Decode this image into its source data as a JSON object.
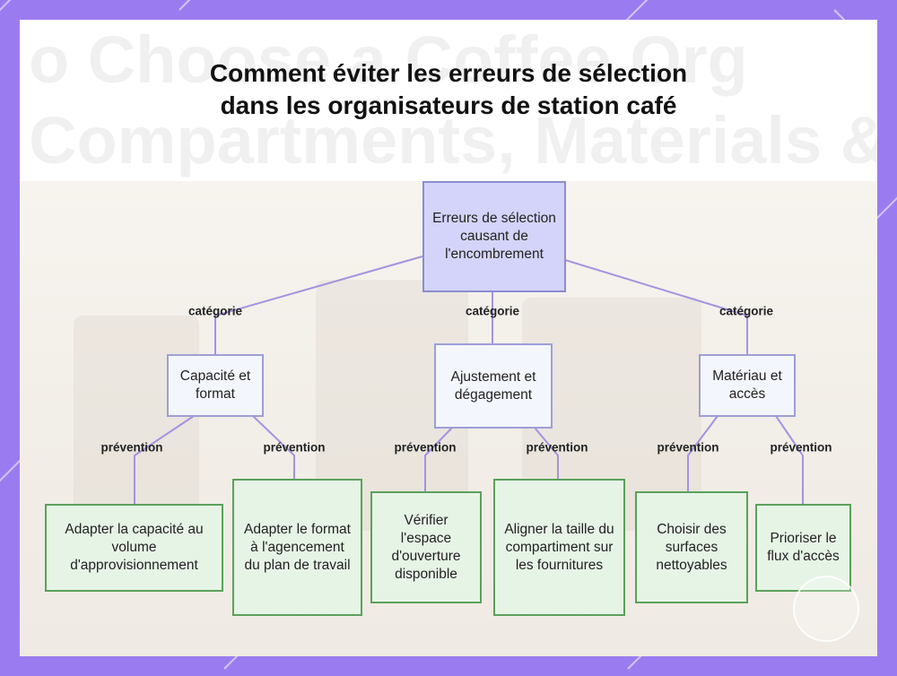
{
  "title": "Comment éviter les erreurs de sélection dans les organisateurs de station café",
  "background_watermark": {
    "line1": "o Choose a Coffee Org",
    "line2": "Compartments, Materials & La"
  },
  "colors": {
    "border_frame": "#9b7cf0",
    "root_fill": "#d4d4fa",
    "category_fill": "#f4f6fd",
    "leaf_fill": "#e6f4e6",
    "leaf_border": "#5aa15a",
    "edge": "#a393e0"
  },
  "nodes": {
    "root": "Erreurs de sélection causant de l'encombrement",
    "cat_capacity": "Capacité et format",
    "cat_fit": "Ajustement et dégagement",
    "cat_material": "Matériau et accès",
    "leaf_1": "Adapter la capacité au volume d'approvisionnement",
    "leaf_2": "Adapter le format à l'agencement du plan de travail",
    "leaf_3": "Vérifier l'espace d'ouverture disponible",
    "leaf_4": "Aligner la taille du compartiment sur les fournitures",
    "leaf_5": "Choisir des surfaces nettoyables",
    "leaf_6": "Prioriser le flux d'accès"
  },
  "edge_labels": {
    "category": "catégorie",
    "prevention": "prévention"
  }
}
